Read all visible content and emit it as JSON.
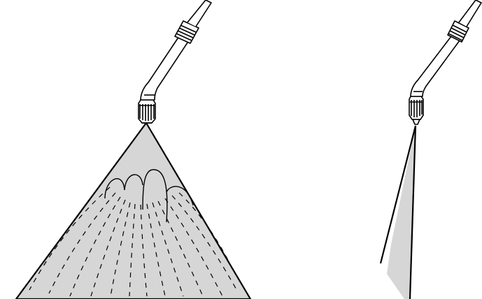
{
  "diagram": {
    "colors": {
      "background": "#ffffff",
      "line": "#000000",
      "spray_fill": "#d6d6d6",
      "wand_fill": "#ffffff"
    },
    "panels": [
      {
        "id": "wide",
        "spray_pattern": "fan",
        "dashed_streams": true
      },
      {
        "id": "narrow",
        "spray_pattern": "jet",
        "dashed_streams": false
      }
    ]
  }
}
